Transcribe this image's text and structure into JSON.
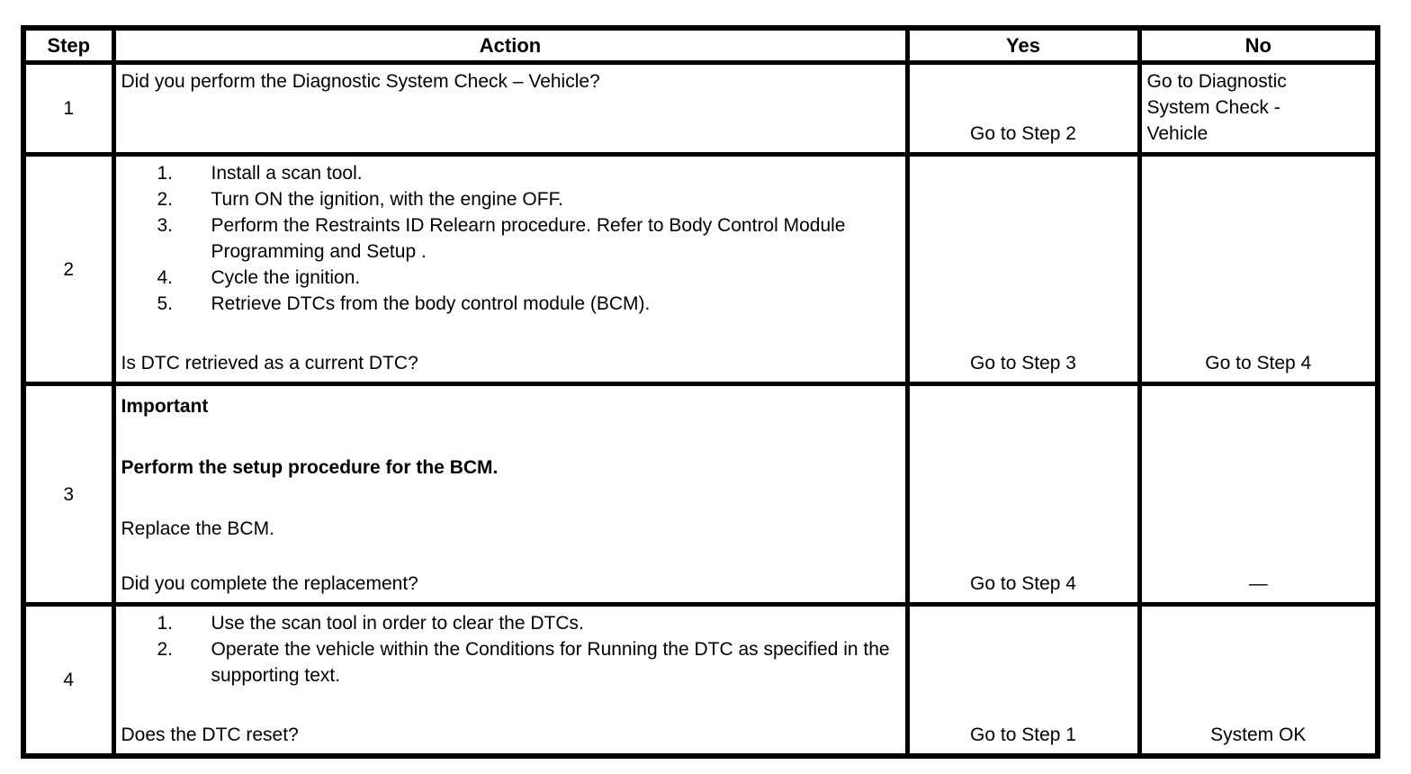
{
  "table": {
    "border_color": "#000000",
    "text_color": "#000000",
    "background_color": "#ffffff",
    "headers": {
      "step": "Step",
      "action": "Action",
      "yes": "Yes",
      "no": "No"
    },
    "rows": [
      {
        "step": "1",
        "question": "Did you perform the Diagnostic System Check – Vehicle?",
        "yes": "Go to Step 2",
        "no": "Go to Diagnostic\nSystem Check -\nVehicle"
      },
      {
        "step": "2",
        "list": [
          {
            "n": "1.",
            "text": "Install a scan tool."
          },
          {
            "n": "2.",
            "text": "Turn ON the ignition, with the engine OFF."
          },
          {
            "n": "3.",
            "text": "Perform the Restraints ID Relearn procedure. Refer to Body Control Module Programming and Setup ."
          },
          {
            "n": "4.",
            "text": "Cycle the ignition."
          },
          {
            "n": "5.",
            "text": "Retrieve DTCs from the body control module (BCM)."
          }
        ],
        "question": "Is DTC retrieved as a current DTC?",
        "yes": "Go to Step 3",
        "no": "Go to Step 4"
      },
      {
        "step": "3",
        "paragraphs": [
          {
            "text": "Important",
            "bold": true
          },
          {
            "text": "Perform the setup procedure for the BCM.",
            "bold": true
          },
          {
            "text": "Replace the BCM.",
            "bold": false
          }
        ],
        "question": "Did you complete the replacement?",
        "yes": "Go to Step 4",
        "no": "—"
      },
      {
        "step": "4",
        "list": [
          {
            "n": "1.",
            "text": "Use the scan tool in order to clear the DTCs."
          },
          {
            "n": "2.",
            "text": "Operate the vehicle within the Conditions for Running the DTC as specified in the supporting text."
          }
        ],
        "question": "Does the DTC reset?",
        "yes": "Go to Step 1",
        "no": "System OK"
      }
    ]
  }
}
